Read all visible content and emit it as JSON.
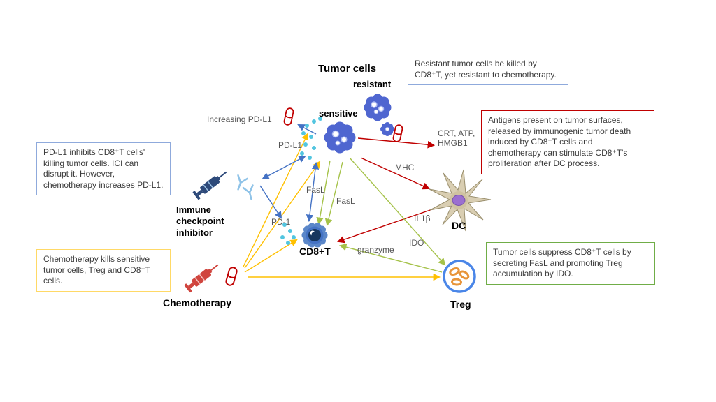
{
  "diagram": {
    "title": "Tumor cells",
    "cells": {
      "resistant": "resistant",
      "sensitive": "sensitive",
      "cd8t": "CD8+T",
      "dc": "DC",
      "treg": "Treg"
    },
    "agents": {
      "ici": "Immune checkpoint inhibitor",
      "chemotherapy": "Chemotherapy"
    },
    "molecules": {
      "increasing_pdl1": "Increasing PD-L1",
      "pdl1": "PD-L1",
      "pd1": "PD-1",
      "fasl_upper": "FasL",
      "fasl_lower": "FasL",
      "mhc": "MHC",
      "crt_atp_hmgb1": "CRT, ATP,\nHMGB1",
      "il1b": "IL1β",
      "ido": "IDO",
      "granzyme": "granzyme"
    },
    "notes": {
      "resistant_note": "Resistant tumor cells be killed by CD8⁺T, yet resistant to chemotherapy.",
      "antigen_note": "Antigens present on tumor surfaces, released by immunogenic tumor death induced by CD8⁺T cells and chemotherapy can stimulate CD8⁺T's proliferation after DC process.",
      "pdl1_note": "PD-L1 inhibits CD8⁺T cells' killing tumor cells. ICI can disrupt it. However, chemotherapy increases PD-L1.",
      "chemo_note": "Chemotherapy kills sensitive tumor cells, Treg and CD8⁺T cells.",
      "suppress_note": "Tumor cells suppress CD8⁺T cells by secreting FasL and promoting Treg accumulation by IDO."
    },
    "colors": {
      "tumor_blue": "#4f66d0",
      "cd8t_blue": "#5b87c9",
      "arrow_blue": "#4472c4",
      "arrow_red": "#c00000",
      "arrow_yellow": "#ffc000",
      "arrow_green": "#a5c249",
      "treg_ring_blue": "#4a86e8",
      "treg_orange": "#e8953a",
      "dc_tan": "#d9ceb2",
      "dc_nucleus_purple": "#9b6fd0",
      "pill_red": "#c00000",
      "molecule_dot_cyan": "#52c5e0",
      "note_border_blue": "#8faadc",
      "note_border_red": "#c00000",
      "note_border_yellow": "#ffd966",
      "note_border_green": "#70ad47"
    }
  }
}
